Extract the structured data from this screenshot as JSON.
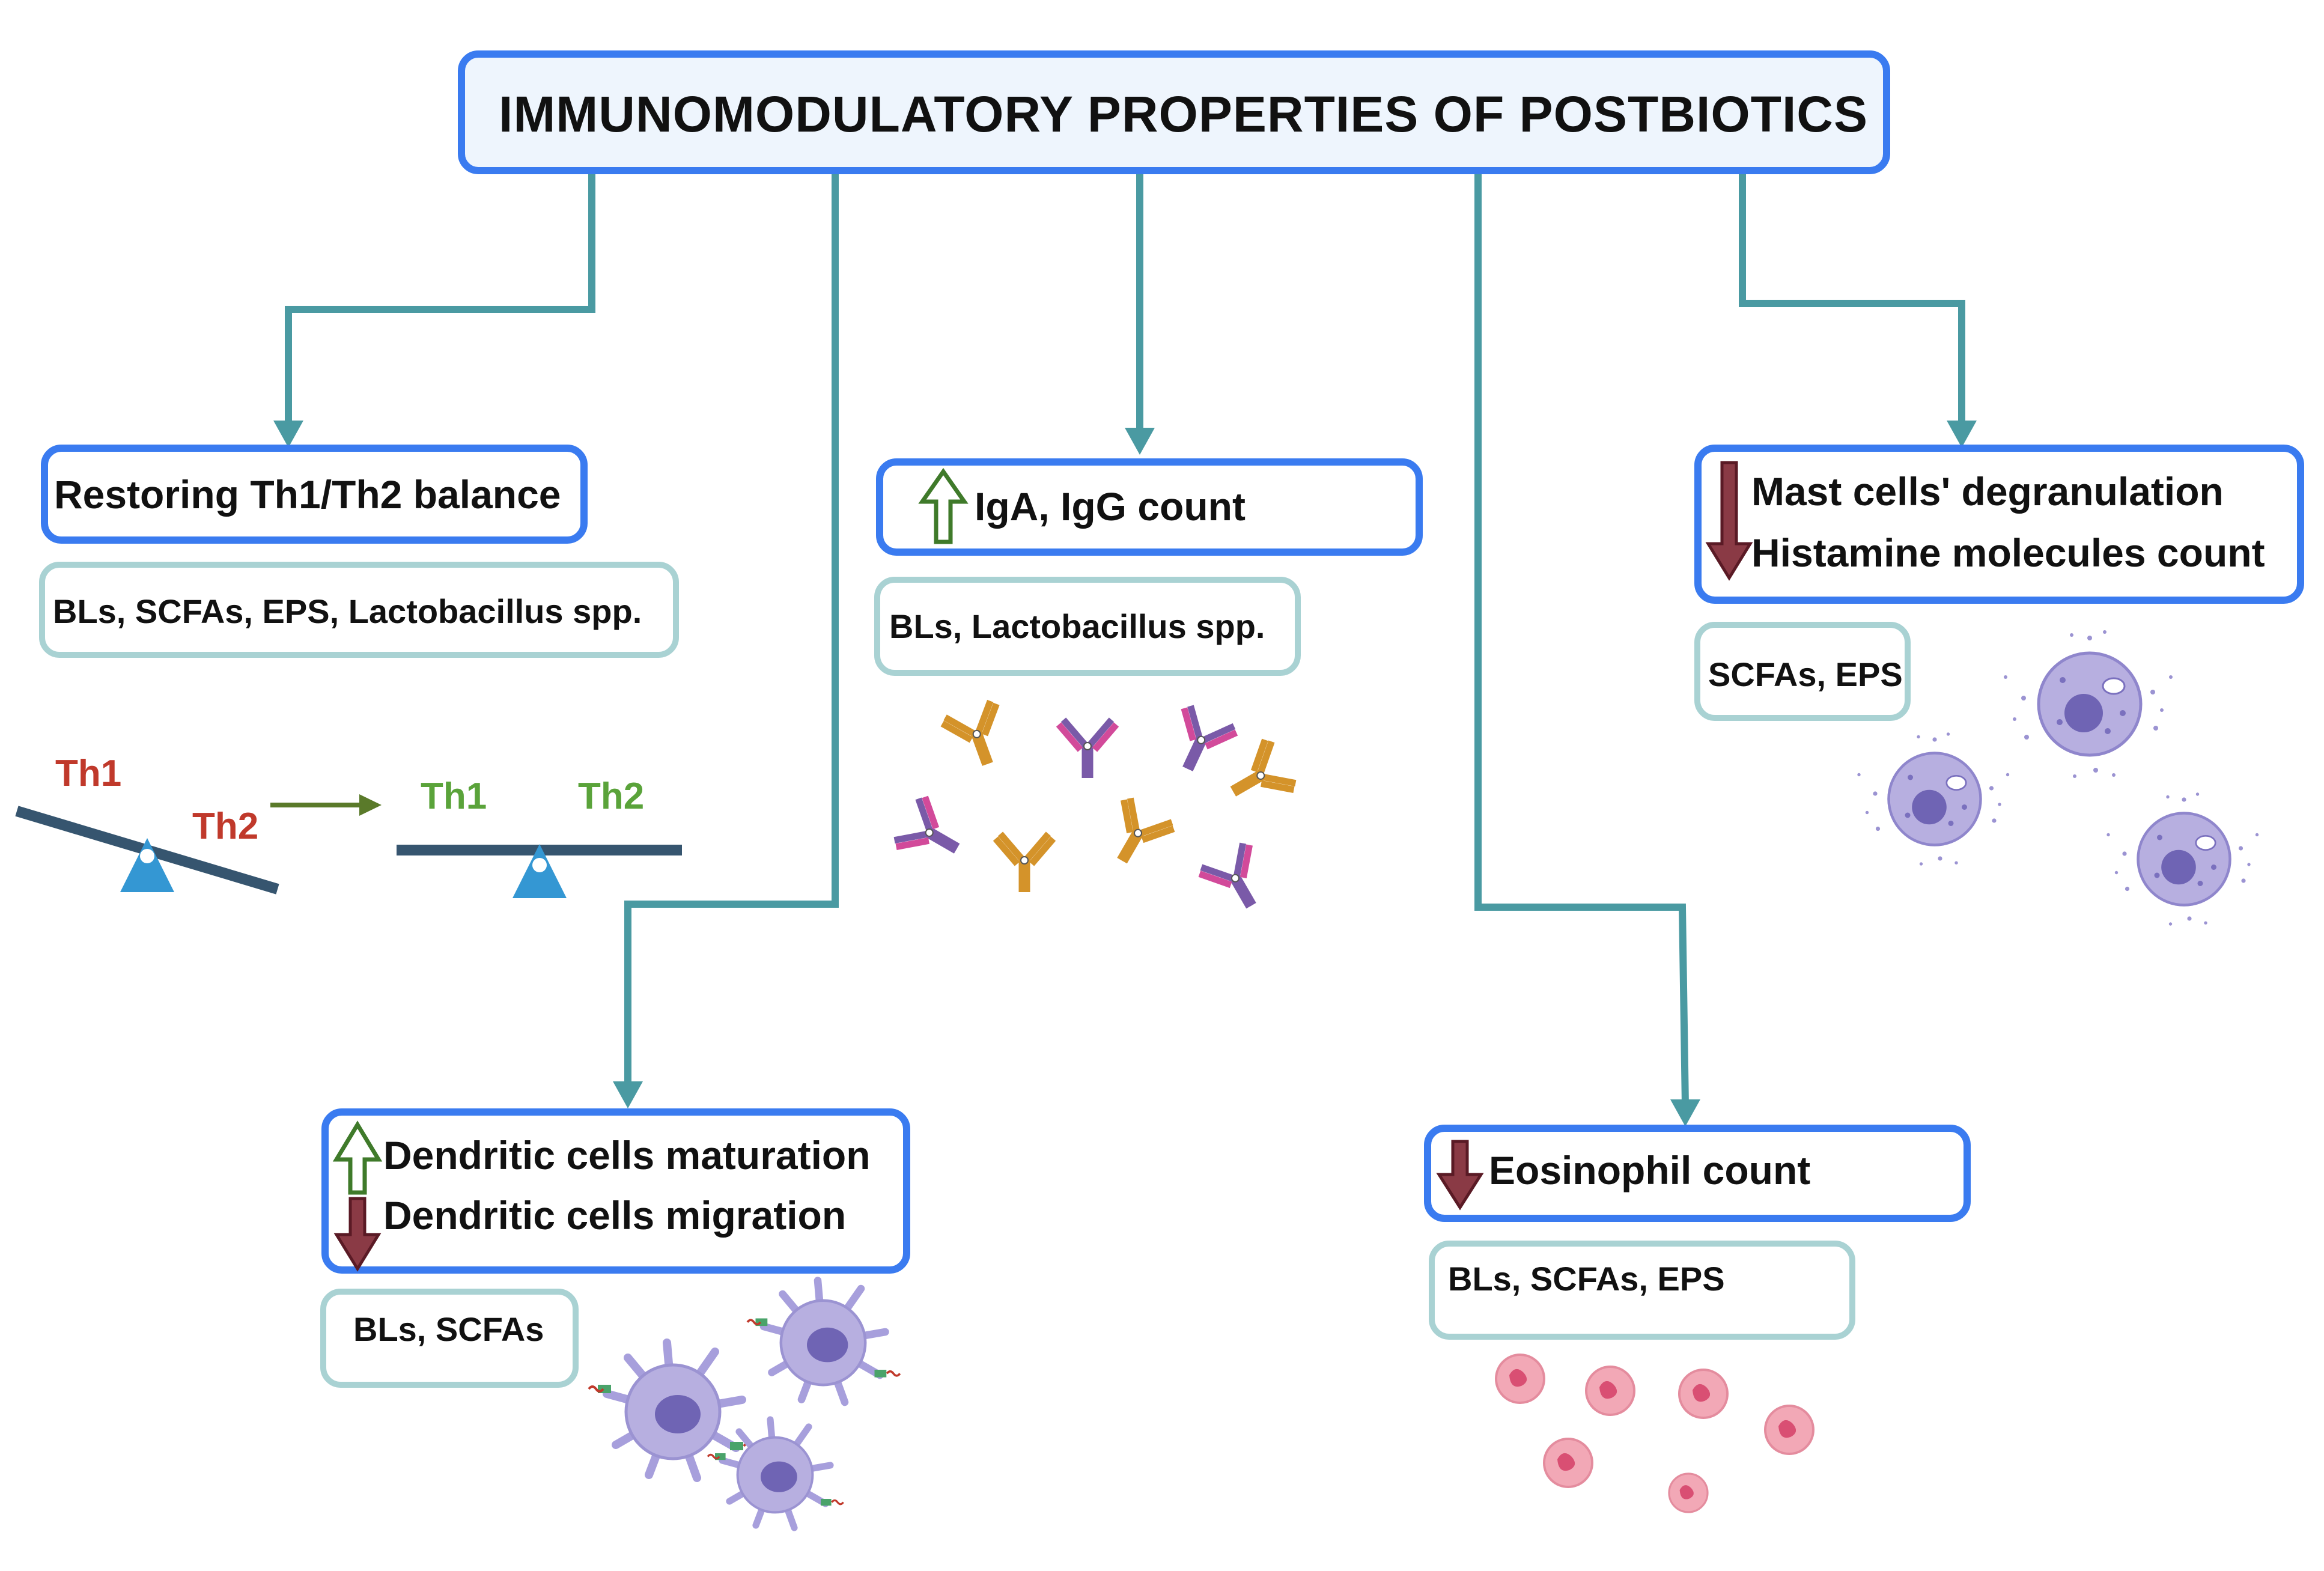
{
  "title": "IMMUNOMODULATORY PROPERTIES OF POSTBIOTICS",
  "branches": [
    {
      "id": "th",
      "heading": [
        "Restoring Th1/Th2 balance"
      ],
      "sources": "BLs, SCFAs, EPS, Lactobacillus spp.",
      "arrows": []
    },
    {
      "id": "dc",
      "heading": [
        "Dendritic cells maturation",
        "Dendritic cells migration"
      ],
      "sources": "BLs, SCFAs",
      "arrows": [
        "up",
        "down"
      ]
    },
    {
      "id": "ig",
      "heading": [
        "IgA, IgG count"
      ],
      "sources": "BLs, Lactobacillus spp.",
      "arrows": [
        "up"
      ]
    },
    {
      "id": "eo",
      "heading": [
        "Eosinophil count"
      ],
      "sources": "BLs, SCFAs, EPS",
      "arrows": [
        "down"
      ]
    },
    {
      "id": "mc",
      "heading": [
        "Mast cells' degranulation",
        "Histamine molecules count"
      ],
      "sources": "SCFAs, EPS",
      "arrows": [
        "down"
      ]
    }
  ],
  "balance": {
    "before_left": "Th1",
    "before_right": "Th2",
    "after_left": "Th1",
    "after_right": "Th2"
  },
  "colors": {
    "box_border": "#3a7bf0",
    "source_border": "#a9d2d3",
    "connector": "#4a9aa2",
    "up_arrow": "#3f7a2a",
    "down_arrow": "#7a2a35",
    "th_red": "#c0392b",
    "th_green": "#5aa33a",
    "seesaw_bar": "#36556f",
    "seesaw_pivot": "#3497d3",
    "antibody_orange": "#d4932a",
    "antibody_purple": "#7a5aa8",
    "cell_lavender": "#b7afe0",
    "eosinophil_pink": "#f2a8b6"
  },
  "icons": [
    "up-arrow-icon",
    "down-arrow-icon",
    "seesaw-icon",
    "antibody-icon",
    "dendritic-cell-icon",
    "eosinophil-icon",
    "mast-cell-icon"
  ]
}
